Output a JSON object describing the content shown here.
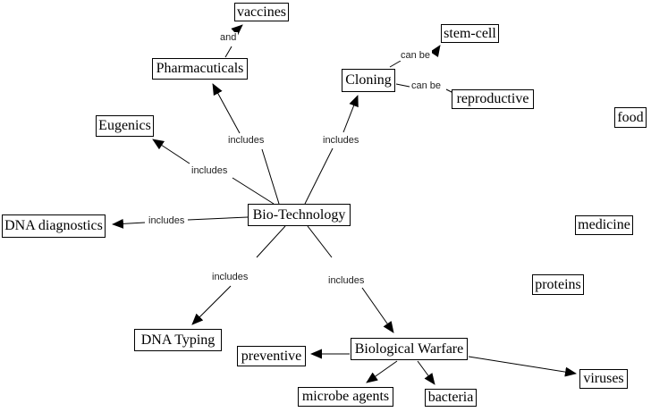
{
  "colors": {
    "background": "#ffffff",
    "box_border": "#000000",
    "line": "#000000",
    "text": "#000000"
  },
  "concepts": {
    "vaccines": {
      "label": "vaccines"
    },
    "pharmacuticals": {
      "label": "Pharmacuticals"
    },
    "stem_cell": {
      "label": "stem-cell"
    },
    "cloning": {
      "label": "Cloning"
    },
    "reproductive": {
      "label": "reproductive"
    },
    "food": {
      "label": "food"
    },
    "eugenics": {
      "label": "Eugenics"
    },
    "dna_diagnostics": {
      "label": "DNA diagnostics"
    },
    "bio_technology": {
      "label": "Bio-Technology"
    },
    "medicine": {
      "label": "medicine"
    },
    "proteins": {
      "label": "proteins"
    },
    "dna_typing": {
      "label": "DNA Typing"
    },
    "preventive": {
      "label": "preventive"
    },
    "biological_warfare": {
      "label": "Biological Warfare"
    },
    "microbe_agents": {
      "label": "microbe agents"
    },
    "bacteria": {
      "label": "bacteria"
    },
    "viruses": {
      "label": "viruses"
    }
  },
  "links": [
    {
      "from": "Bio-Technology",
      "label": "includes",
      "to": "Pharmacuticals"
    },
    {
      "from": "Bio-Technology",
      "label": "includes",
      "to": "Cloning"
    },
    {
      "from": "Bio-Technology",
      "label": "includes",
      "to": "Eugenics"
    },
    {
      "from": "Bio-Technology",
      "label": "includes",
      "to": "DNA diagnostics"
    },
    {
      "from": "Bio-Technology",
      "label": "includes",
      "to": "DNA Typing"
    },
    {
      "from": "Bio-Technology",
      "label": "includes",
      "to": "Biological Warfare"
    },
    {
      "from": "Pharmacuticals",
      "label": "and",
      "to": "vaccines"
    },
    {
      "from": "Cloning",
      "label": "can be",
      "to": "stem-cell"
    },
    {
      "from": "Cloning",
      "label": "can be",
      "to": "reproductive"
    },
    {
      "from": "Biological Warfare",
      "label": "",
      "to": "preventive"
    },
    {
      "from": "Biological Warfare",
      "label": "",
      "to": "microbe agents"
    },
    {
      "from": "Biological Warfare",
      "label": "",
      "to": "bacteria"
    },
    {
      "from": "Biological Warfare",
      "label": "",
      "to": "viruses"
    }
  ]
}
